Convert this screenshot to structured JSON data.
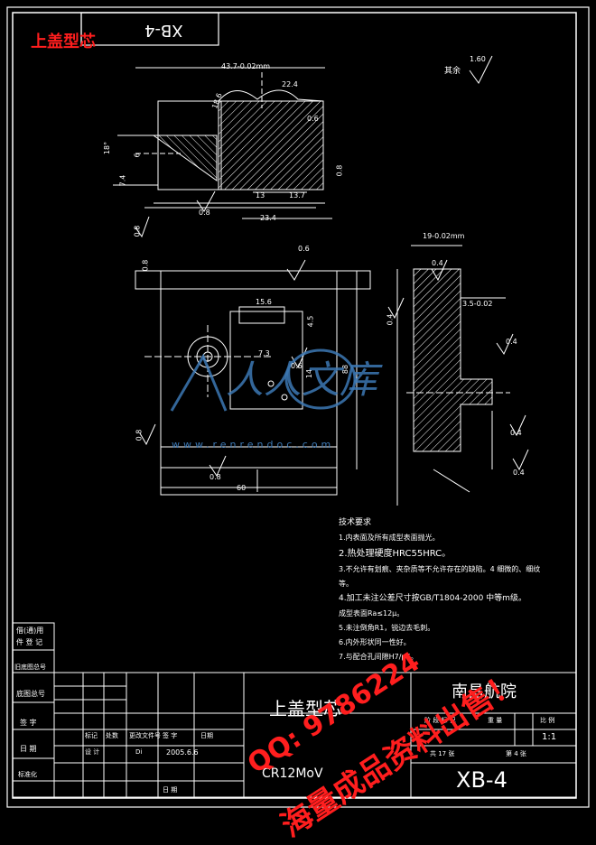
{
  "title_block": {
    "code_top": "XB-4",
    "code_bottom": "XB-4",
    "part_name": "上盖型芯",
    "school": "南昌航院",
    "material": "CR12MoV",
    "scale": "1:1",
    "sheets_total": "共 17 张",
    "sheet_no": "第 4 张",
    "date": "2005.6.6",
    "header_labels": [
      "标记",
      "处数",
      "更改文件号",
      "签 字",
      "日期"
    ],
    "designer_row": [
      "设 计",
      "Di"
    ],
    "left_labels": [
      "借(通)用",
      "件 登 记",
      "旧底图总号",
      "底图总号",
      "签 字",
      "日 期"
    ],
    "stage_labels": [
      "阶 段 标 记",
      "重 量",
      "比 例"
    ],
    "bottom_labels": [
      "标准化",
      "日 期"
    ]
  },
  "surface_finish": {
    "general": "其余",
    "values": [
      "1.60",
      "0.8",
      "0.6",
      "0.8",
      "0.8",
      "0.4",
      "0.4",
      "0.4",
      "0.6",
      "0.4",
      "0.8",
      "0.8",
      "0.8"
    ]
  },
  "dimensions": {
    "front_view": [
      "43.7-0.02mm",
      "22.4",
      "18.6",
      "0.6",
      "13",
      "13.7",
      "23.4",
      "18°",
      "7.4",
      "6"
    ],
    "plan_view": [
      "15.6",
      "7.3",
      "4.5",
      "14",
      "88",
      "60"
    ],
    "side_view": [
      "19-0.02mm",
      "3.5-0.02",
      "0.4"
    ]
  },
  "tech_requirements": {
    "heading": "技术要求",
    "items": [
      "1.内表面及所有成型表面抛光。",
      "2.热处理硬度HRC55HRC。",
      "3.不允许有划痕、夹杂质等不允许存在的缺陷。4   细微的、细纹",
      "等。",
      "4.加工未注公差尺寸按GB/T1804-2000 中等m级。",
      "成型表面Ra≤12μ。",
      "5.未注倒角R1，锐边去毛刺。",
      "6.内外形状同一性好。",
      "7.与配合孔间隙H7/p6。"
    ]
  },
  "watermarks": {
    "corner_label": "上盖型芯",
    "qq": "QQ: 9786224",
    "sale": "海量成品资料出售！",
    "site_cn": "人人文库",
    "site_url": "www.renrendoc.com"
  },
  "colors": {
    "background": "#000000",
    "lines": "#ffffff",
    "watermark_red": "#ff1e1e",
    "watermark_blue": "#3c78b4"
  }
}
